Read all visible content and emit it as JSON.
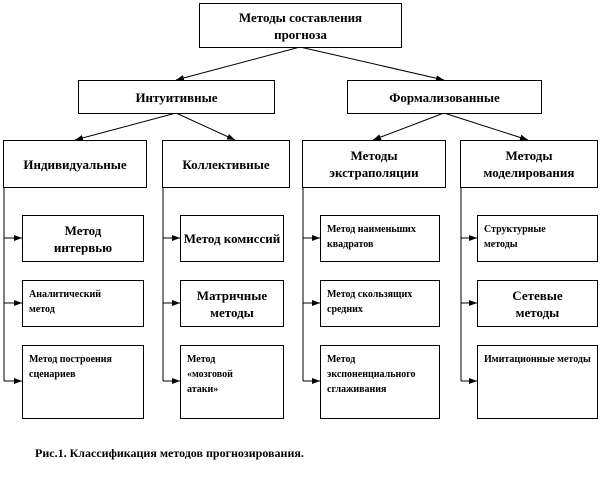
{
  "root": {
    "label": "Методы составления прогноза"
  },
  "level2": [
    {
      "label": "Интуитивные"
    },
    {
      "label": "Формализованные"
    }
  ],
  "level3": [
    {
      "label": "Индивидуальные",
      "children": [
        "Метод интервью",
        "Аналитический метод",
        "Метод построения сценариев"
      ]
    },
    {
      "label": "Коллективные",
      "children": [
        "Метод комиссий",
        "Матричные методы",
        "Метод «мозговой атаки»"
      ]
    },
    {
      "label": "Методы экстраполяции",
      "children": [
        "Метод наименьших квадратов",
        "Метод скользящих средних",
        "Метод экспоненциального сглаживания"
      ]
    },
    {
      "label": "Методы моделирования",
      "children": [
        "Структурные методы",
        "Сетевые методы",
        "Имитационные методы"
      ]
    }
  ],
  "caption": "Рис.1. Классификация методов прогнозирования."
}
